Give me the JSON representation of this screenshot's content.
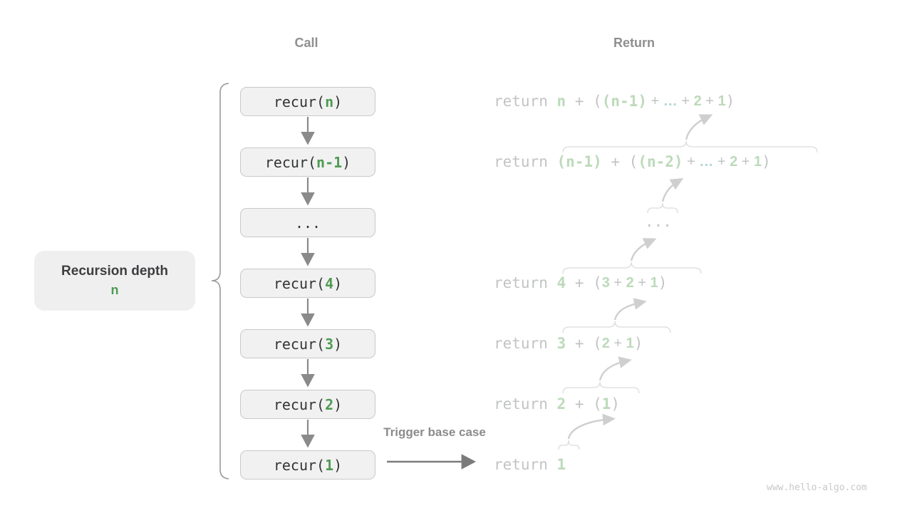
{
  "headers": {
    "call": "Call",
    "return": "Return"
  },
  "depth_label": {
    "title": "Recursion depth",
    "value": "n"
  },
  "trigger_label": "Trigger base case",
  "watermark": "www.hello-algo.com",
  "colors": {
    "green": "#4e9b52",
    "light_green": "#bcdaba",
    "teal_ellipsis": "#b2d4d6",
    "gray_text": "#c2c4c3",
    "box_fill": "#f1f1f2",
    "box_border": "#c9c9c9",
    "header_gray": "#8f8f8f"
  },
  "call_boxes": [
    {
      "pre": "recur(",
      "arg": "n",
      "post": ")"
    },
    {
      "pre": "recur(",
      "arg": "n-1",
      "post": ")"
    },
    {
      "pre": "...",
      "arg": "",
      "post": ""
    },
    {
      "pre": "recur(",
      "arg": "4",
      "post": ")"
    },
    {
      "pre": "recur(",
      "arg": "3",
      "post": ")"
    },
    {
      "pre": "recur(",
      "arg": "2",
      "post": ")"
    },
    {
      "pre": "recur(",
      "arg": "1",
      "post": ")"
    }
  ],
  "return_lines": [
    [
      "return ",
      "n",
      " + (",
      "(n-1)",
      " + ",
      "…",
      " + ",
      "2",
      " + ",
      "1",
      ")"
    ],
    [
      "return ",
      "(n-1)",
      " + (",
      "(n-2)",
      " + ",
      "…",
      " + ",
      "2",
      " + ",
      "1",
      ")"
    ],
    [
      "..."
    ],
    [
      "return ",
      "4",
      " + (",
      "3",
      " + ",
      "2",
      " + ",
      "1",
      ")"
    ],
    [
      "return ",
      "3",
      " + (",
      "2",
      " + ",
      "1",
      ")"
    ],
    [
      "return ",
      "2",
      " + (",
      "1",
      ")"
    ],
    [
      "return ",
      "1"
    ]
  ]
}
